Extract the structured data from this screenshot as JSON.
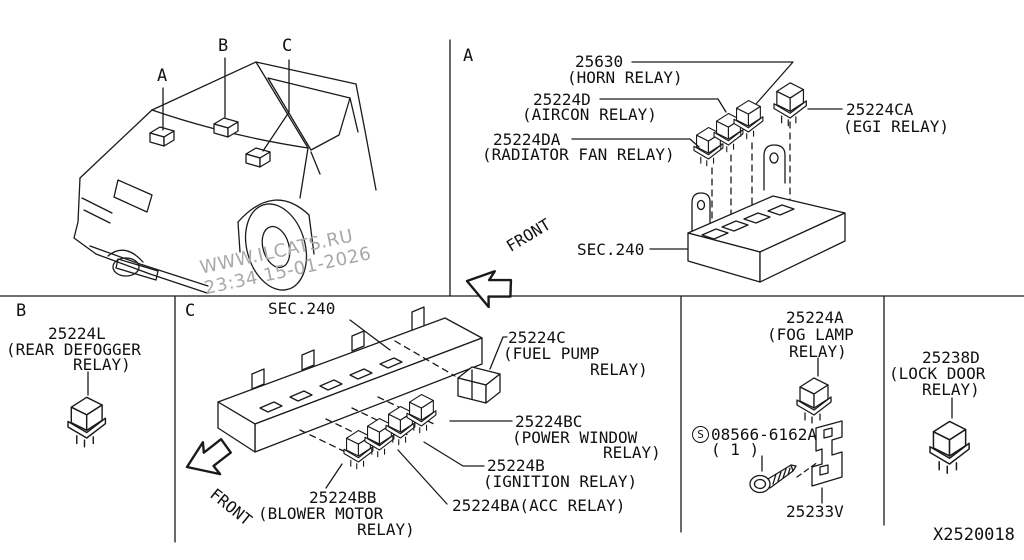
{
  "colors": {
    "line": "#1a1a1a",
    "watermark": "#a8a8a8",
    "background": "#ffffff"
  },
  "watermark": {
    "line1": "WWW.ILCATS.RU",
    "line2": "23:34 15-01-2026"
  },
  "diagram_code": "X2520018",
  "car_panel": {
    "marker_a": "A",
    "marker_b": "B",
    "marker_c": "C"
  },
  "panel_a": {
    "marker": "A",
    "horn_code": "25630",
    "horn_name": "(HORN RELAY)",
    "aircon_code": "25224D",
    "aircon_name": "(AIRCON RELAY)",
    "radiator_code": "25224DA",
    "radiator_name": "(RADIATOR FAN RELAY)",
    "egi_code": "25224CA",
    "egi_name": "(EGI RELAY)",
    "sec_ref": "SEC.240",
    "front_label": "FRONT"
  },
  "panel_b": {
    "marker": "B",
    "code": "25224L",
    "name_line1": "(REAR DEFOGGER",
    "name_line2": "RELAY)"
  },
  "panel_c": {
    "marker": "C",
    "sec_ref": "SEC.240",
    "front_label": "FRONT",
    "fuel_code": "25224C",
    "fuel_name_line1": "(FUEL PUMP",
    "fuel_name_line2": "RELAY)",
    "power_window_code": "25224BC",
    "power_window_name_line1": "(POWER WINDOW",
    "power_window_name_line2": "RELAY)",
    "ignition_code": "25224B",
    "ignition_name": "(IGNITION RELAY)",
    "acc_label": "25224BA(ACC RELAY)",
    "blower_code": "25224BB",
    "blower_name_line1": "(BLOWER MOTOR",
    "blower_name_line2": "RELAY)"
  },
  "panel_fog": {
    "code": "25224A",
    "name_line1": "(FOG LAMP",
    "name_line2": "RELAY)",
    "screw_symbol": "S",
    "screw_code": "08566-6162A",
    "screw_qty": "( 1 )",
    "bracket_code": "25233V"
  },
  "panel_lock": {
    "code": "25238D",
    "name_line1": "(LOCK DOOR",
    "name_line2": "RELAY)"
  }
}
